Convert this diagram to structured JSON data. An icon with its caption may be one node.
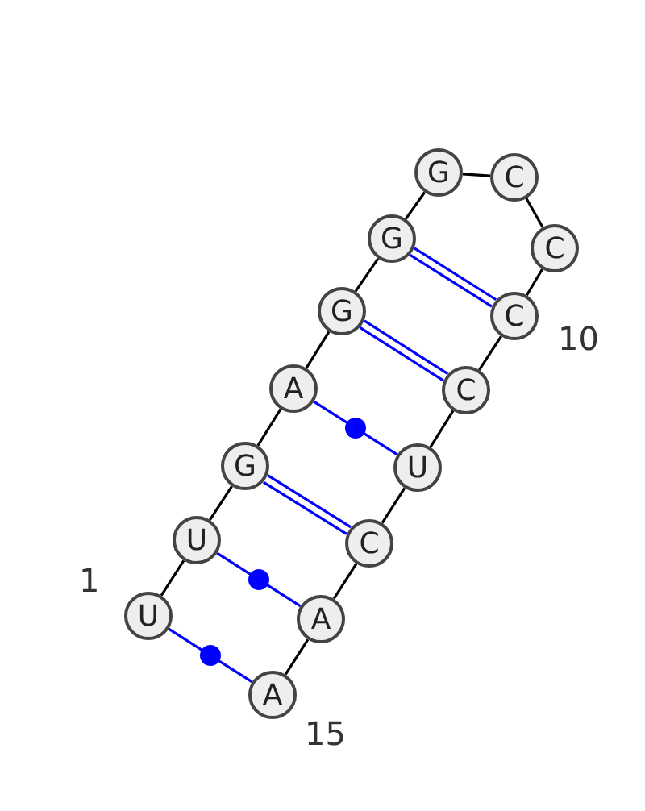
{
  "diagram": {
    "nodes": [
      {
        "text": [
          "U"
        ],
        "beside": [
          "1"
        ]
      },
      {
        "text": [
          "U"
        ]
      },
      {
        "text": [
          "G"
        ]
      },
      {
        "text": [
          "A"
        ]
      },
      {
        "text": [
          "G"
        ]
      },
      {
        "text": [
          "G"
        ]
      },
      {
        "text": [
          "G"
        ]
      },
      {
        "text": [
          "C"
        ]
      },
      {
        "text": [
          "C"
        ]
      },
      {
        "text": [
          "C"
        ],
        "beside": [
          "10"
        ]
      },
      {
        "text": [
          "C"
        ]
      },
      {
        "text": [
          "U"
        ]
      },
      {
        "text": [
          "C"
        ]
      },
      {
        "text": [
          "A"
        ]
      },
      {
        "text": [
          "A"
        ],
        "beside": [
          "15"
        ]
      }
    ],
    "edges": [
      {
        "from": 0,
        "to": 1,
        "arrow": "none"
      },
      {
        "from": 1,
        "to": 2,
        "arrow": "none"
      },
      {
        "from": 2,
        "to": 3,
        "arrow": "none"
      },
      {
        "from": 3,
        "to": 4,
        "arrow": "none"
      },
      {
        "from": 4,
        "to": 5,
        "arrow": "none"
      },
      {
        "from": 5,
        "to": 6,
        "arrow": "none"
      },
      {
        "from": 6,
        "to": 7,
        "arrow": "none"
      },
      {
        "from": 7,
        "to": 8,
        "arrow": "none"
      },
      {
        "from": 8,
        "to": 9,
        "arrow": "none"
      },
      {
        "from": 9,
        "to": 10,
        "arrow": "none"
      },
      {
        "from": 10,
        "to": 11,
        "arrow": "none"
      },
      {
        "from": 11,
        "to": 12,
        "arrow": "none"
      },
      {
        "from": 12,
        "to": 13,
        "arrow": "none"
      },
      {
        "from": 13,
        "to": 14,
        "arrow": "none"
      },
      {
        "from": 0,
        "to": 14,
        "arrow": "none",
        "color": "#0000ff"
      },
      {
        "from": 1,
        "to": 13,
        "arrow": "none",
        "color": "#0000ff"
      },
      {
        "from": 2,
        "to": 12,
        "arrow": "none",
        "color": "#0000ff"
      },
      {
        "from": 3,
        "to": 11,
        "arrow": "none",
        "color": "#0000ff"
      },
      {
        "from": 4,
        "to": 10,
        "arrow": "none",
        "color": "#0000ff"
      },
      {
        "from": 5,
        "to": 9,
        "arrow": "none",
        "color": "#0000ff"
      }
    ]
  }
}
